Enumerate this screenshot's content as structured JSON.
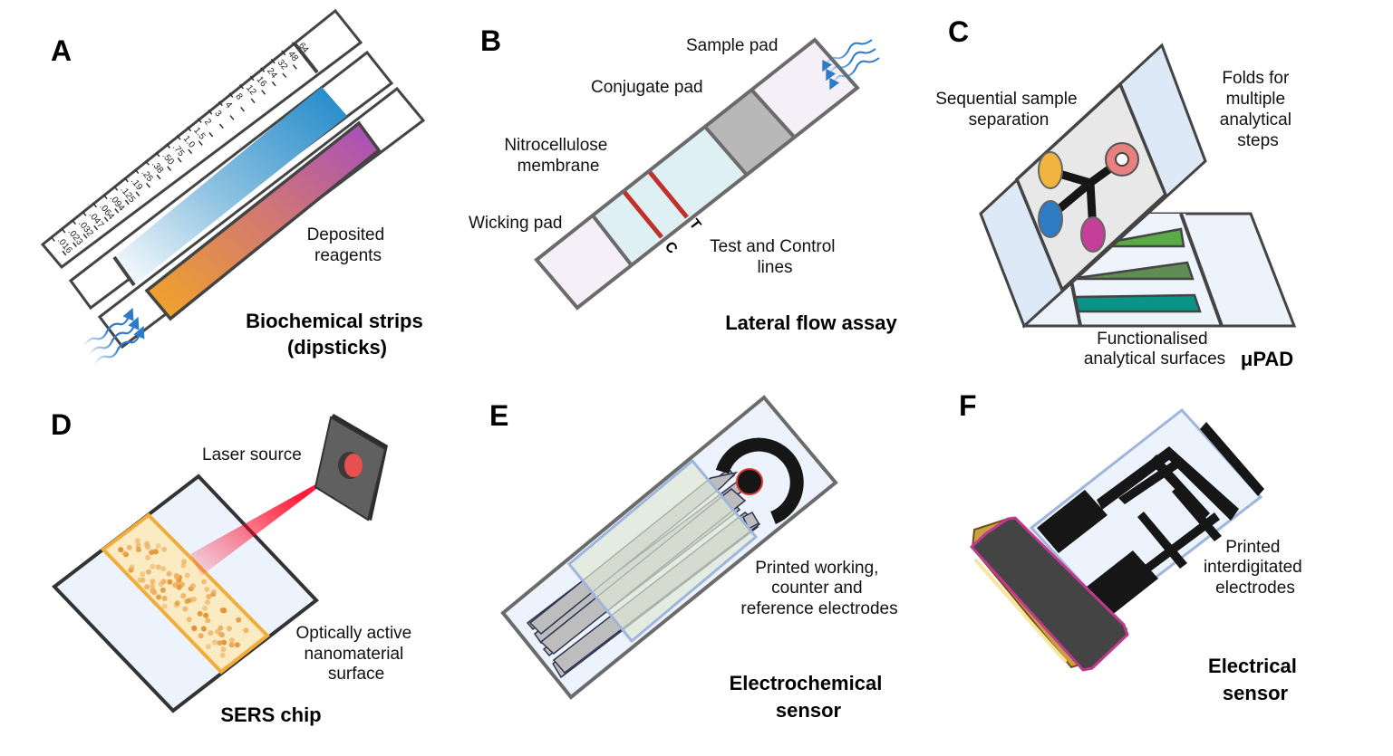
{
  "panels": [
    {
      "letter": "A",
      "title_lines": [
        "Biochemical strips",
        "(dipsticks)"
      ],
      "labels": {
        "reagents": [
          "Deposited",
          "reagents"
        ]
      },
      "scale_values": [
        ".016",
        ".023",
        ".032",
        ".047",
        ".064",
        ".094",
        ".125",
        ".19",
        ".25",
        ".38",
        ".50",
        ".75",
        "1.0",
        "1.5",
        "2",
        "3",
        "4",
        "8",
        "12",
        "16",
        "24",
        "32",
        "48",
        "64"
      ],
      "colors": {
        "blue_pad": "#1e88c8",
        "orange": "#f5a623",
        "purple": "#a64cbf"
      }
    },
    {
      "letter": "B",
      "title": "Lateral flow assay",
      "labels": {
        "sample_pad": "Sample pad",
        "conjugate_pad": "Conjugate pad",
        "nitrocellulose": [
          "Nitrocellulose",
          "membrane"
        ],
        "wicking_pad": "Wicking pad",
        "test_control": [
          "Test and Control",
          "lines"
        ],
        "t_mark": "T",
        "c_mark": "C"
      },
      "colors": {
        "line": "#c0312b",
        "membrane": "#dff0f4",
        "conjugate": "#b8b8b8",
        "pad": "#f5f0f8"
      }
    },
    {
      "letter": "C",
      "title": "μPAD",
      "labels": {
        "separation": [
          "Sequential sample",
          "separation"
        ],
        "folds": [
          "Folds for",
          "multiple",
          "analytical",
          "steps"
        ],
        "surfaces": [
          "Functionalised",
          "analytical surfaces"
        ]
      },
      "colors": {
        "yellow": "#f2b441",
        "blue": "#2f7bc4",
        "magenta": "#c43f97",
        "pink": "#e88080",
        "green1": "#5aab47",
        "green2": "#5f8c55",
        "teal": "#0a9488"
      }
    },
    {
      "letter": "D",
      "title": "SERS chip",
      "labels": {
        "laser": "Laser source",
        "surface": [
          "Optically active",
          "nanomaterial",
          "surface"
        ]
      },
      "colors": {
        "beam": "#ff0033",
        "band": "#f2b441"
      }
    },
    {
      "letter": "E",
      "title_lines": [
        "Electrochemical",
        "sensor"
      ],
      "labels": {
        "electrodes": [
          "Printed working,",
          "counter and",
          "reference electrodes"
        ]
      }
    },
    {
      "letter": "F",
      "title_lines": [
        "Electrical",
        "sensor"
      ],
      "labels": {
        "electrodes": [
          "Printed",
          "interdigitated",
          "electrodes"
        ]
      }
    }
  ]
}
